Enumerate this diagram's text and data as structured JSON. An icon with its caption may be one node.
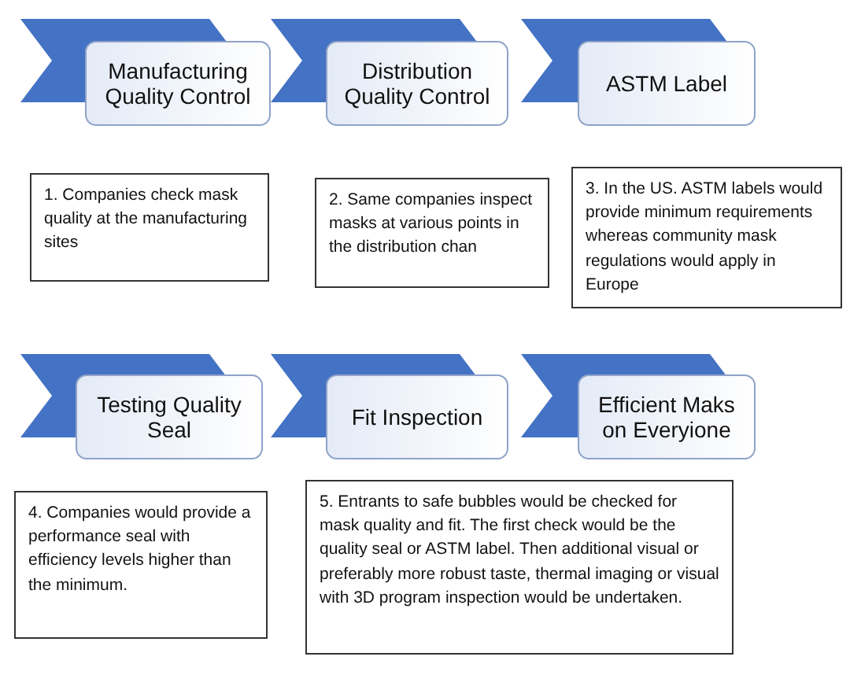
{
  "diagram": {
    "nodes": [
      {
        "text": [
          "Manufacturing Quality Control"
        ]
      },
      {
        "text": [
          "Distribution Quality Control"
        ]
      },
      {
        "text": [
          "ASTM Label"
        ]
      },
      {
        "text": [
          "1. Companies check mask quality at the manufacturing sites"
        ]
      },
      {
        "text": [
          "2. Same companies inspect masks at various points in the distribution chan"
        ]
      },
      {
        "text": [
          "3. In the US. ASTM labels would provide minimum requirements whereas community mask regulations would apply in Europe"
        ]
      },
      {
        "text": [
          "Testing Quality Seal"
        ]
      },
      {
        "text": [
          "Fit Inspection"
        ]
      },
      {
        "text": [
          "Efficient Maks on Everyione"
        ]
      },
      {
        "text": [
          "4. Companies would provide a performance seal with efficiency levels higher than the minimum."
        ]
      },
      {
        "text": [
          "5. Entrants to safe bubbles would be checked for mask quality and fit. The first check would be the quality seal or ASTM label. Then additional visual or preferably more robust taste, thermal imaging  or visual with 3D program inspection would be undertaken."
        ]
      }
    ]
  }
}
